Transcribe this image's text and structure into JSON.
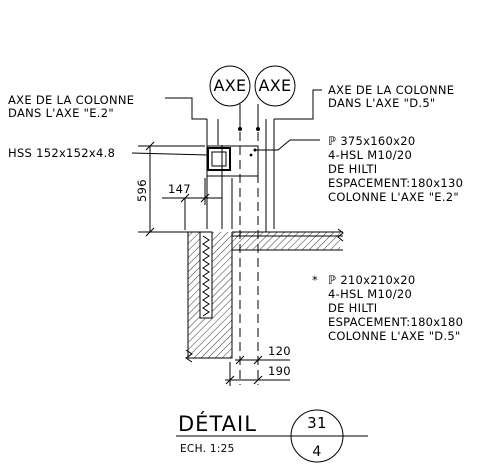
{
  "drawing": {
    "bubble_left": "AXE",
    "bubble_right": "AXE",
    "note_left_1": "AXE DE LA COLONNE",
    "note_left_2": "DANS L'AXE \"E.2\"",
    "note_right_1": "AXE DE LA COLONNE",
    "note_right_2": "DANS L'AXE \"D.5\"",
    "hss_label": "HSS 152x152x4.8",
    "plate1": [
      "ℙ 375x160x20",
      "4-HSL M10/20",
      "DE HILTI",
      "ESPACEMENT:180x130",
      "COLONNE L'AXE \"E.2\""
    ],
    "plate2_mark": "*",
    "plate2": [
      "ℙ 210x210x20",
      "4-HSL M10/20",
      "DE HILTI",
      "ESPACEMENT:180x180",
      "COLONNE L'AXE \"D.5\""
    ],
    "dim_596": "596",
    "dim_147": "147",
    "dim_120": "120",
    "dim_190": "190"
  },
  "title_block": {
    "title": "DÉTAIL",
    "scale": "ECH. 1:25",
    "detail_number": "31",
    "sheet_number": "4"
  }
}
